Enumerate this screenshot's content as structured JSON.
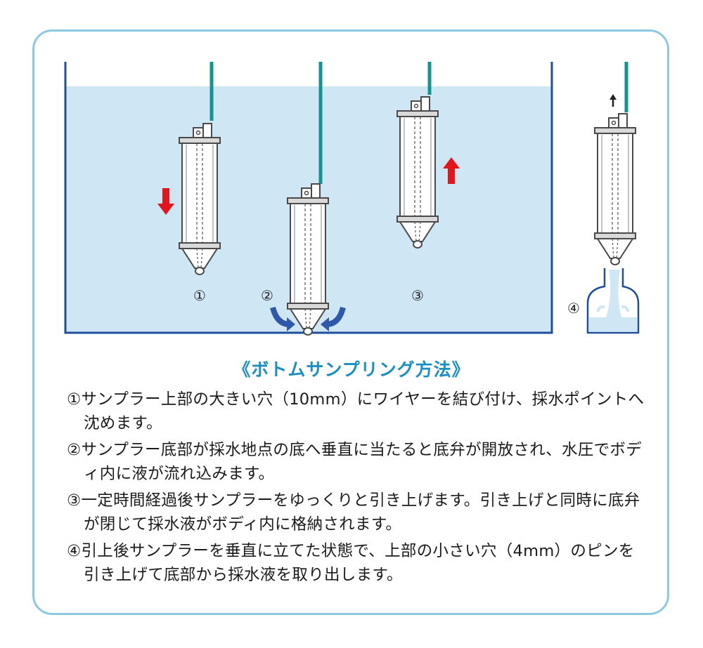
{
  "diagram": {
    "labels": [
      "①",
      "②",
      "③",
      "④"
    ],
    "colors": {
      "water": "#cfe6f5",
      "tank_border": "#1f4f9c",
      "wire": "#12948f",
      "arrow_red": "#e3141c",
      "arrow_blue": "#2f58a8",
      "frame": "#8ec9e2",
      "title": "#1a8fc4"
    },
    "icons": [
      "down-arrow-icon",
      "up-arrow-icon",
      "inflow-arrow-icon",
      "lift-arrow-icon"
    ]
  },
  "method": {
    "title": "《ボトムサンプリング方法》",
    "steps": [
      "①サンプラー上部の大きい穴（10mm）にワイヤーを結び付け、採水ポイントへ沈めます。",
      "②サンプラー底部が採水地点の底へ垂直に当たると底弁が開放され、水圧でボディ内に液が流れ込みます。",
      "③一定時間経過後サンプラーをゆっくりと引き上げます。引き上げと同時に底弁が閉じて採水液がボディ内に格納されます。",
      "④引上後サンプラーを垂直に立てた状態で、上部の小さい穴（4mm）のピンを引き上げて底部から採水液を取り出します。"
    ]
  }
}
